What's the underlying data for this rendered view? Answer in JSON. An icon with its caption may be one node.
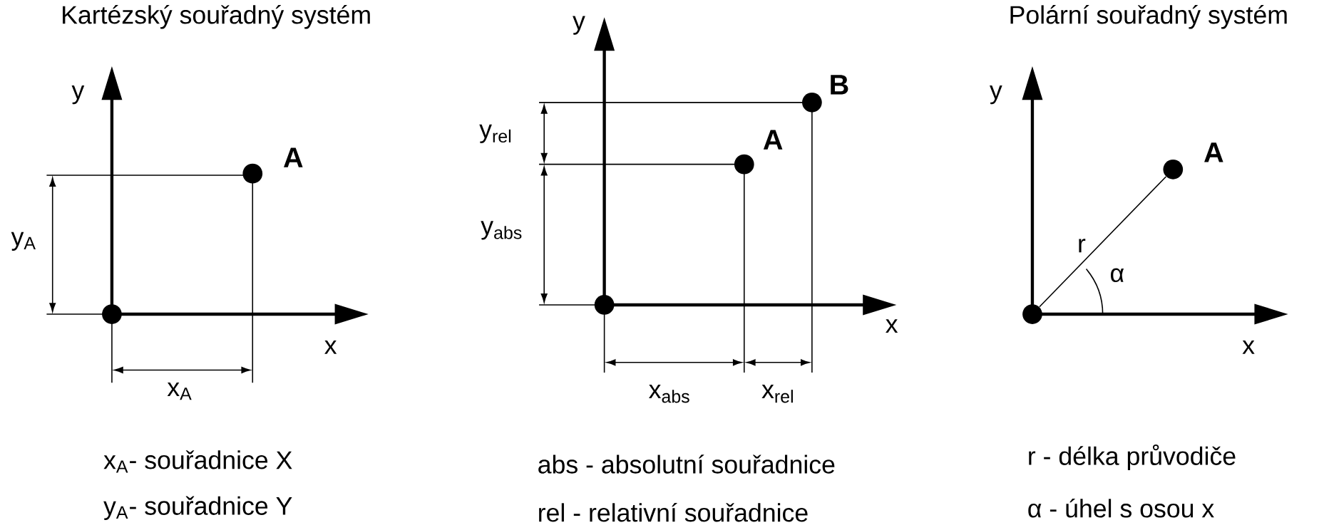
{
  "diagram": {
    "nodes": [
      {
        "text": [],
        "shape": "circle"
      },
      {
        "text": [],
        "shape": "circle",
        "beside": [
          "A"
        ]
      },
      {
        "text": [],
        "shape": "circle"
      },
      {
        "text": [],
        "shape": "circle",
        "beside": [
          "A"
        ]
      },
      {
        "text": [],
        "shape": "circle",
        "beside": [
          "B"
        ]
      },
      {
        "text": [],
        "shape": "circle"
      },
      {
        "text": [],
        "shape": "circle",
        "beside": [
          "A"
        ]
      }
    ],
    "edges": [
      {
        "from": 5,
        "to": 6,
        "arrow": "none",
        "label": "r"
      }
    ],
    "labels": [
      "Kartézský souřadný systém",
      "y",
      "y$_{A}$",
      "x",
      "x$_{A}$",
      "y",
      "y$_{rel}$",
      "y$_{abs}$",
      "x",
      "x$_{abs}$",
      "x$_{rel}$",
      "Polární souřadný systém",
      "y",
      "α",
      "x",
      "x$_{A}$- souřadnice X",
      "y$_{A}$- souřadnice Y",
      "abs - absolutní souřadnice",
      "rel - relativní souřadnice",
      "r - délka průvodiče",
      "α - úhel s osou x"
    ]
  }
}
